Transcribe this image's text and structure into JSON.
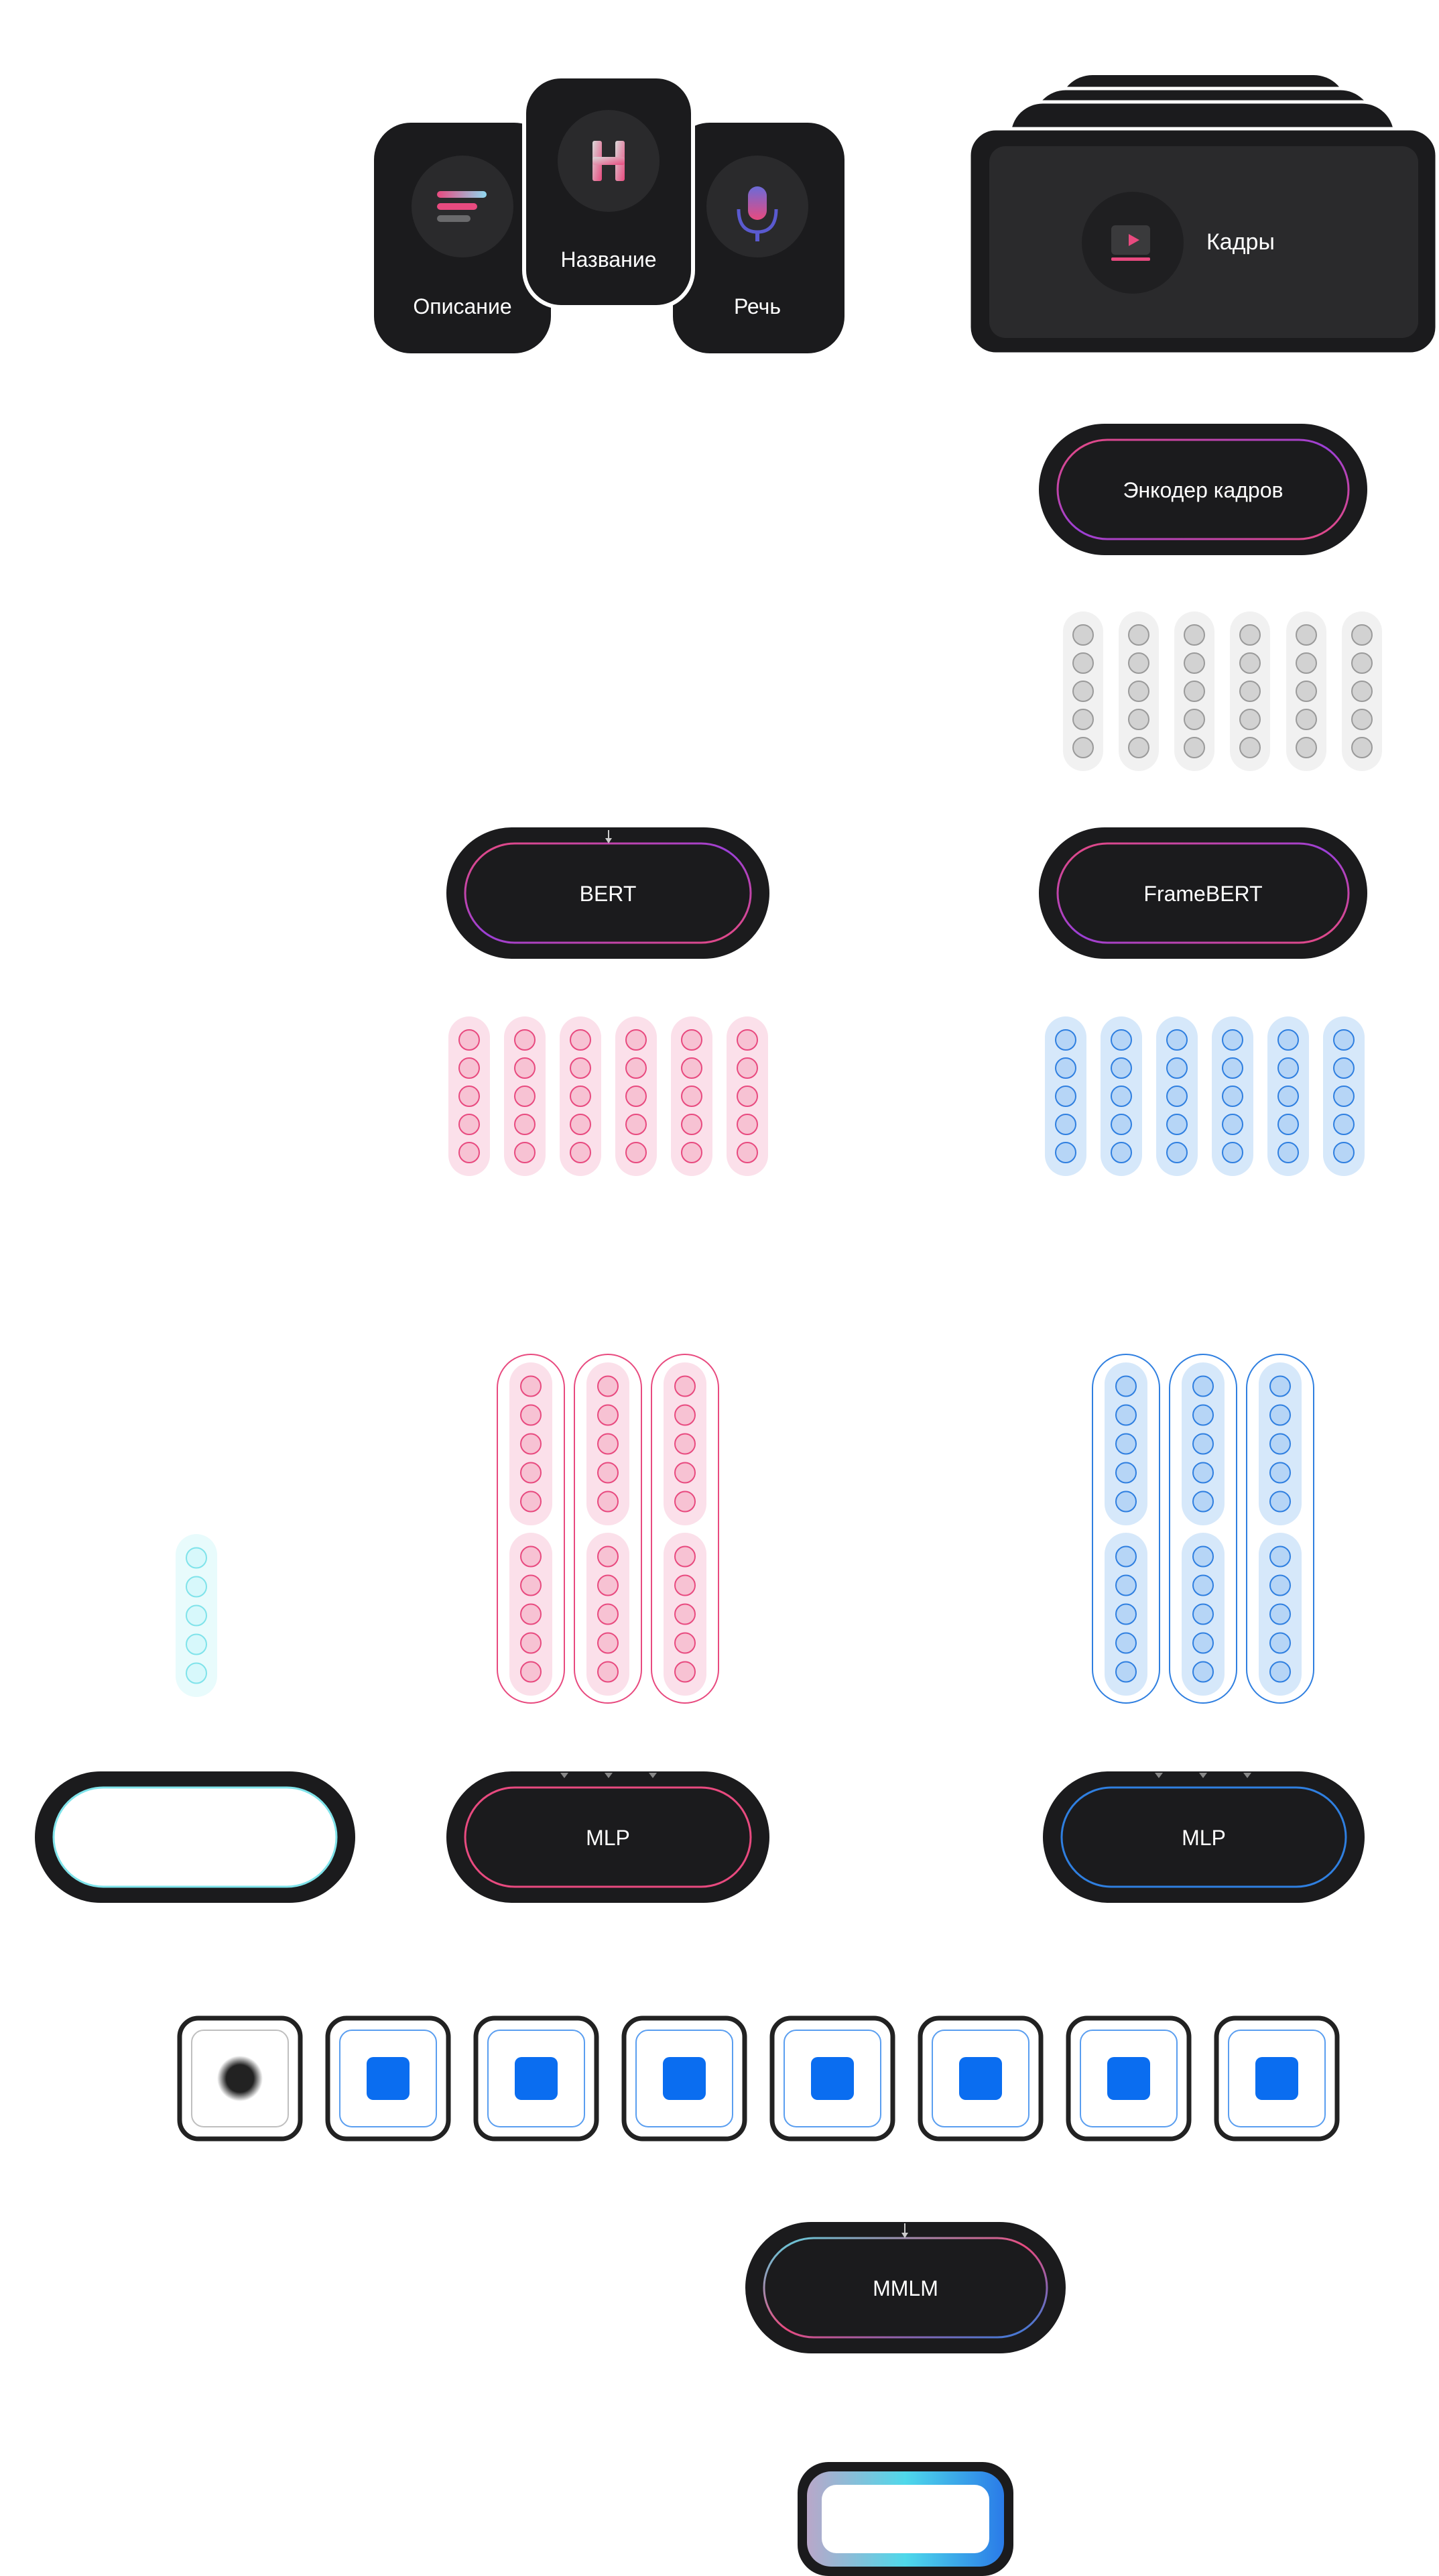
{
  "inputs": {
    "description": {
      "label": "Описание",
      "icon": "text-lines-icon"
    },
    "title": {
      "label": "Название",
      "icon": "letter-h-icon"
    },
    "speech": {
      "label": "Речь",
      "icon": "microphone-icon"
    },
    "frames": {
      "label": "Кадры",
      "icon": "video-play-icon"
    }
  },
  "modules": {
    "frame_encoder": "Энкодер кадров",
    "bert": "BERT",
    "framebert": "FrameBERT",
    "mlp_text": "MLP",
    "mlp_video": "MLP",
    "mmlm": "MMLM"
  },
  "colors": {
    "dark": "#1b1b1d",
    "text_tokens": "#e84a7f",
    "text_fill": "#fbe0ea",
    "video_tokens": "#2f7fe0",
    "video_fill": "#d6e8fa",
    "frame_tokens": "#9a9a9a",
    "frame_fill": "#f1f1f1",
    "cls_token": "#7fe3ea",
    "cls_fill": "#e8fbfc",
    "blue_square": "#0a6df0"
  }
}
